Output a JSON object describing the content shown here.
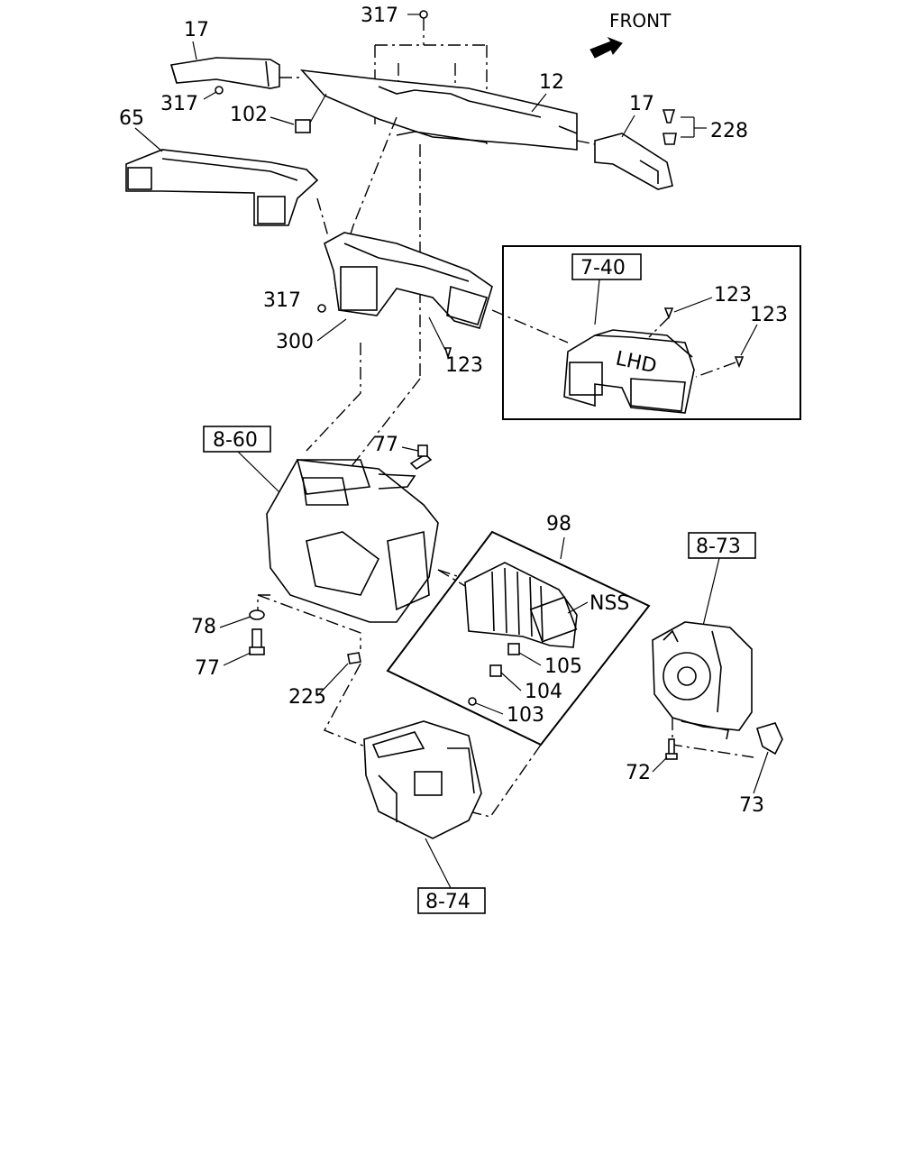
{
  "front_label": "FRONT",
  "callouts": {
    "c317_top": "317",
    "c17_left": "17",
    "c317_left": "317",
    "c65": "65",
    "c102": "102",
    "c12": "12",
    "c17_right": "17",
    "c228": "228",
    "c317_mid": "317",
    "c300": "300",
    "c123_mid": "123",
    "c123_box_a": "123",
    "c123_box_b": "123",
    "c77_top": "77",
    "c78": "78",
    "c77_bot": "77",
    "c225": "225",
    "c98": "98",
    "nss": "NSS",
    "c105": "105",
    "c104": "104",
    "c103": "103",
    "c72": "72",
    "c73": "73"
  },
  "references": {
    "r740": "7-40",
    "r860": "8-60",
    "r873": "8-73",
    "r874": "8-74"
  },
  "duct_marking": "LHD"
}
